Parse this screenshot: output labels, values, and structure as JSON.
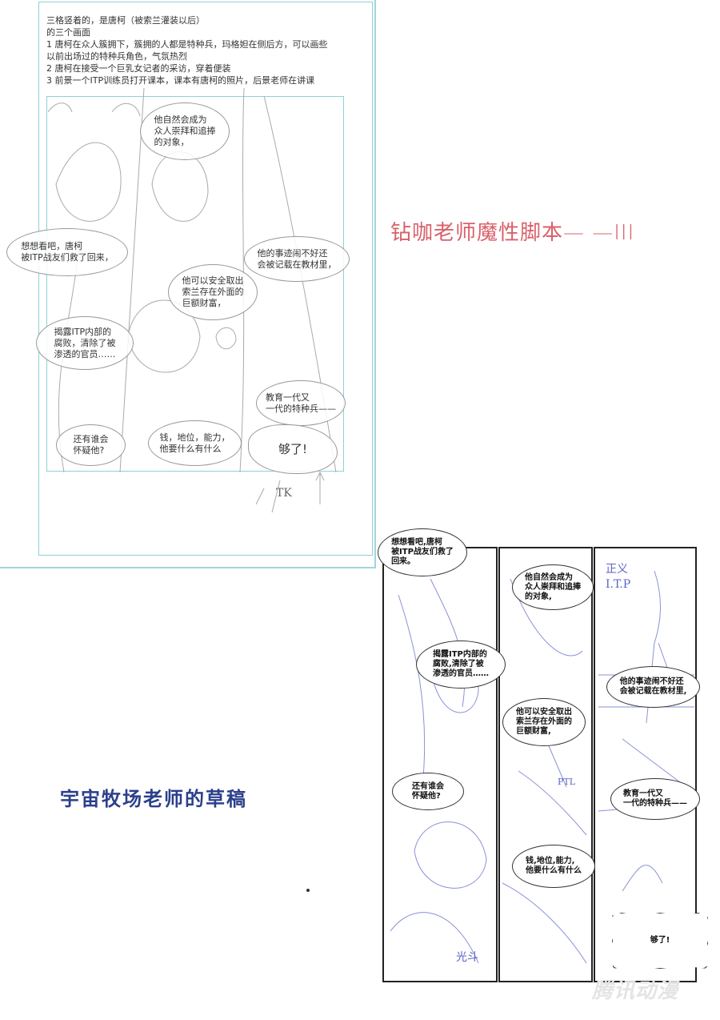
{
  "draft_notes": {
    "lines": [
      "三格竖着的，是唐柯（被索兰灌装以后）",
      "的三个画面",
      "1 唐柯在众人簇拥下，簇拥的人都是特种兵，玛格妲在侧后方，可以画些",
      "以前出场过的特种兵角色，气氛热烈",
      "2 唐柯在接受一个巨乳女记者的采访，穿着便装",
      "3 前景一个ITP训练员打开课本，课本有唐柯的照片，后景老师在讲课"
    ]
  },
  "draft_bubbles": [
    "他自然会成为\n众人崇拜和追捧\n的对象，",
    "想想看吧，唐柯\n被ITP战友们救了回来，",
    "他的事迹闹不好还\n会被记载在教材里，",
    "他可以安全取出\n索兰存在外面的\n巨额财富，",
    "揭露ITP内部的\n腐败，清除了被\n渗透的官员……",
    "教育一代又\n一代的特种兵——",
    "还有谁会\n怀疑他?",
    "钱，地位，能力，\n他要什么有什么",
    "够了!"
  ],
  "draft_signature": "TK",
  "title_red": "钻咖老师魔性脚本— —III",
  "title_blue": "宇宙牧场老师的草稿",
  "final_bubbles": {
    "p1_a": "想想看吧,唐柯\n被ITP战友们救了\n回来。",
    "p1_b": "揭露ITP内部的\n腐败,清除了被\n渗透的官员……",
    "p1_c": "还有谁会\n怀疑他?",
    "p2_a": "他自然会成为\n众人崇拜和追捧\n的对象,",
    "p2_b": "他可以安全取出\n索兰存在外面的\n巨额财富,",
    "p2_c": "钱,地位,能力,\n他要什么有什么",
    "p3_a": "他的事迹闹不好还\n会被记载在教材里,",
    "p3_b": "教育一代又\n一代的特种兵——",
    "p3_c": "够了!"
  },
  "sketch_labels": {
    "board_1": "正义",
    "board_2": "I.T.P",
    "shirt": "光斗",
    "book": "PTL"
  },
  "watermark": "腾讯动漫",
  "colors": {
    "red_title": "#d9606a",
    "blue_title": "#2b3f8c",
    "guide_cyan": "#8fd0d6",
    "sketch_blue": "#5a63c8"
  }
}
